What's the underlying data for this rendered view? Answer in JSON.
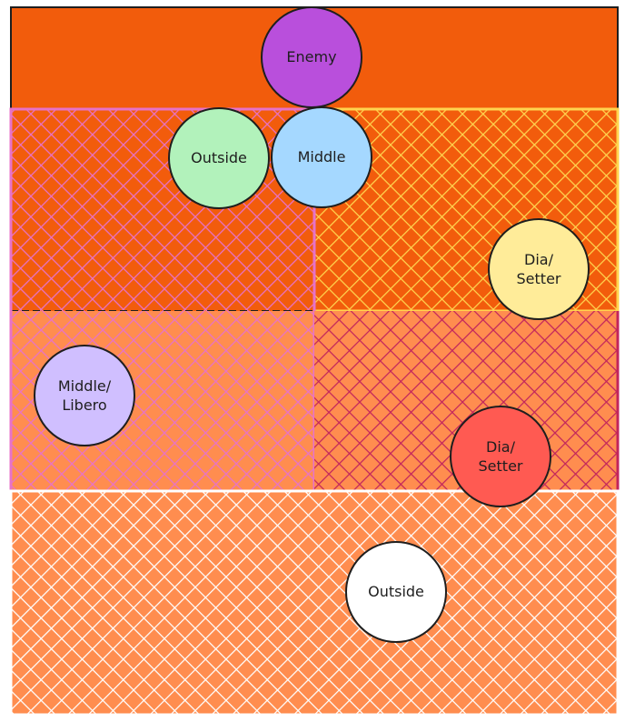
{
  "colors": {
    "background": "#ffffff",
    "enemy_zone": "#f25c0c",
    "zone_fill_dark": "#f25c0c",
    "zone_fill_light": "#ff8d4f",
    "hatch_pink": "#e772c8",
    "hatch_yellow": "#ffd54f",
    "hatch_crimson": "#c2255c",
    "hatch_white": "#ffffff",
    "outline": "#1e1e1e"
  },
  "players": [
    {
      "id": "enemy",
      "lines": [
        "Enemy"
      ],
      "fill": "#b94fdc"
    },
    {
      "id": "outside-front",
      "lines": [
        "Outside"
      ],
      "fill": "#b2f2bb"
    },
    {
      "id": "middle-front",
      "lines": [
        "Middle"
      ],
      "fill": "#a5d8ff"
    },
    {
      "id": "dia-setter-front",
      "lines": [
        "Dia/",
        "Setter"
      ],
      "fill": "#ffec99"
    },
    {
      "id": "middle-libero",
      "lines": [
        "Middle/",
        "Libero"
      ],
      "fill": "#d0bfff"
    },
    {
      "id": "dia-setter-back",
      "lines": [
        "Dia/",
        "Setter"
      ],
      "fill": "#ff5a52"
    },
    {
      "id": "outside-back",
      "lines": [
        "Outside"
      ],
      "fill": "#ffffff"
    }
  ]
}
